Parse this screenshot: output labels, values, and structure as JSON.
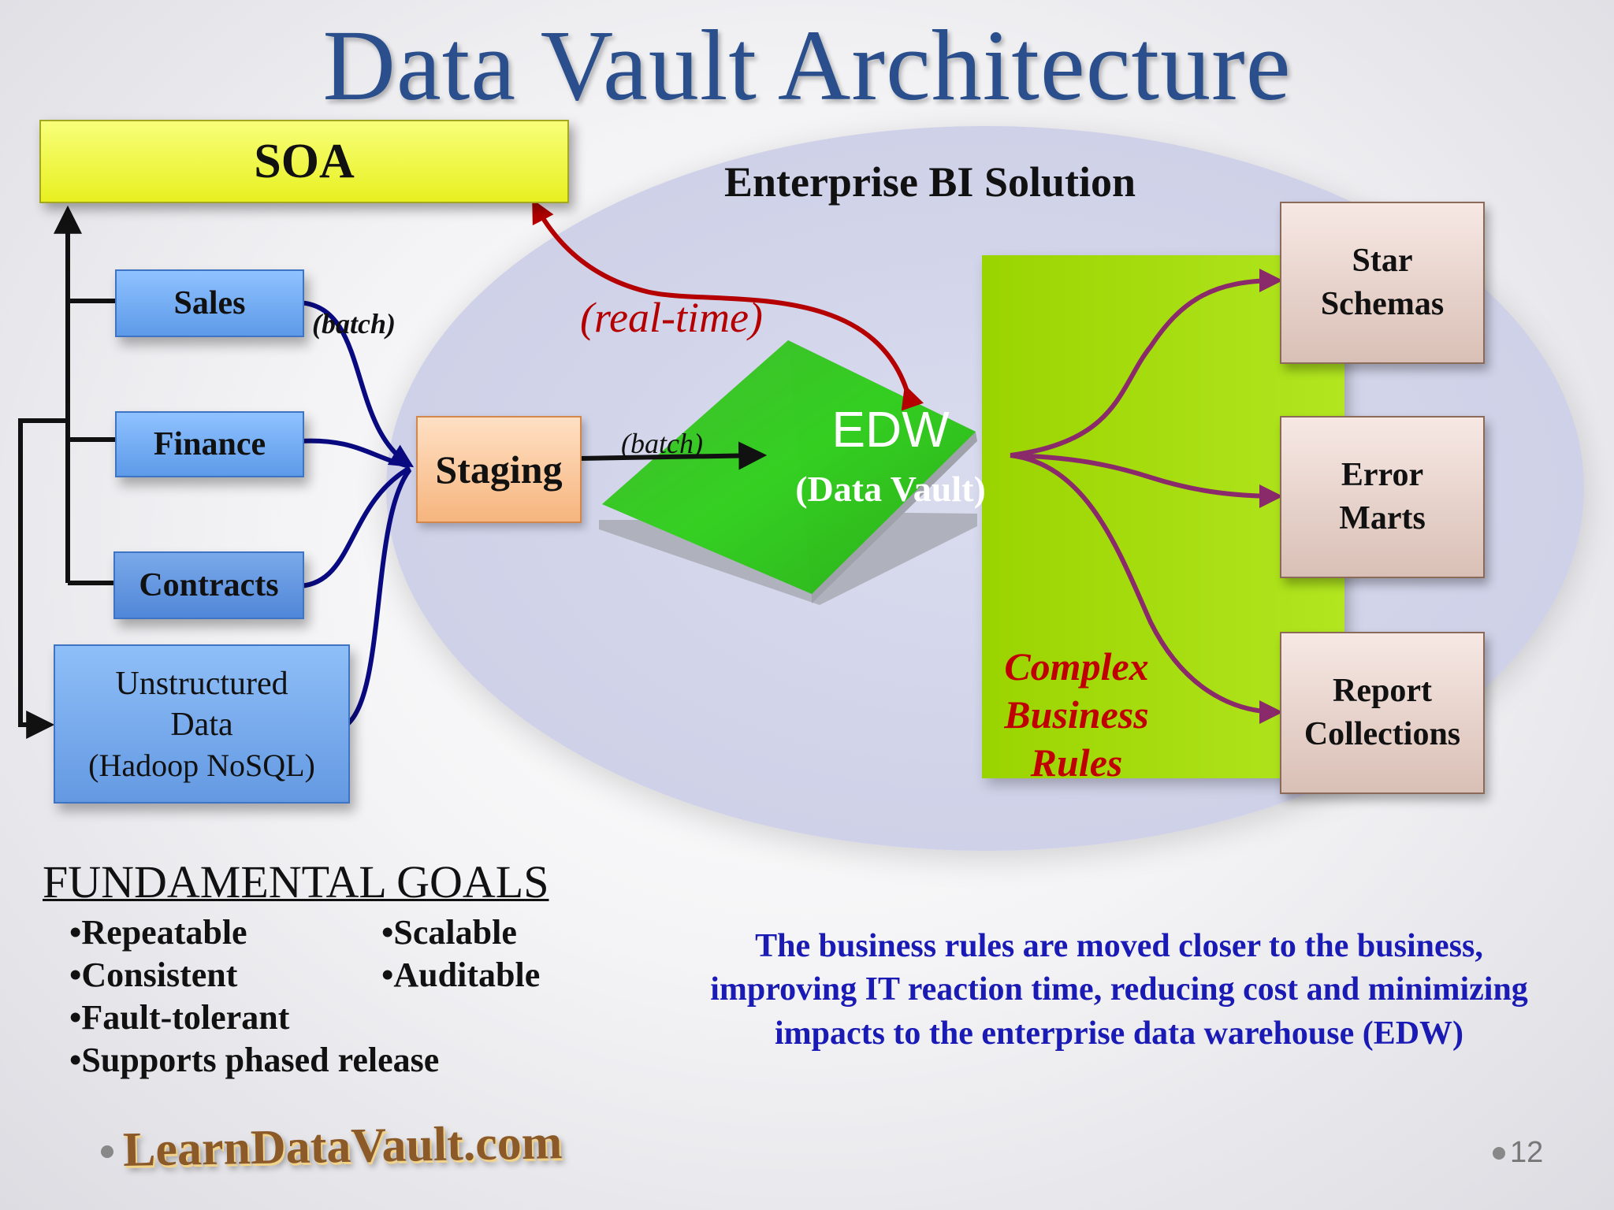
{
  "title": "Data Vault Architecture",
  "soa_label": "SOA",
  "enterprise_label": "Enterprise BI Solution",
  "sources": {
    "sales": "Sales",
    "finance": "Finance",
    "contracts": "Contracts",
    "unstructured_line1": "Unstructured",
    "unstructured_line2": "Data",
    "unstructured_line3": "(Hadoop NoSQL)"
  },
  "staging_label": "Staging",
  "edw_title": "EDW",
  "edw_sub": "(Data Vault)",
  "batch_label_1": "(batch)",
  "batch_label_2": "(batch)",
  "realtime_label": "(real-time)",
  "complex_rules": {
    "line1": "Complex",
    "line2": "Business",
    "line3": "Rules"
  },
  "outputs": {
    "star_line1": "Star",
    "star_line2": "Schemas",
    "error_line1": "Error",
    "error_line2": "Marts",
    "report_line1": "Report",
    "report_line2": "Collections"
  },
  "goals": {
    "title": "FUNDAMENTAL GOALS",
    "items": [
      "•Repeatable",
      "•Scalable",
      "•Consistent",
      "•Auditable",
      "•Fault-tolerant",
      "•Supports phased release"
    ]
  },
  "note_line1": "The business rules are moved closer to the business,",
  "note_line2": "improving IT reaction time, reducing cost and minimizing",
  "note_line3": "impacts to the enterprise data warehouse (EDW)",
  "logo": "LearnDataVault.com",
  "page_number": "12",
  "colors": {
    "title": "#2a4f8c",
    "realtime_arrow": "#b40000",
    "batch_arrows": "#0a0a80",
    "output_arrows": "#8a2a6a",
    "complex_rules_text": "#c00000",
    "note_text": "#1a1ab4"
  }
}
